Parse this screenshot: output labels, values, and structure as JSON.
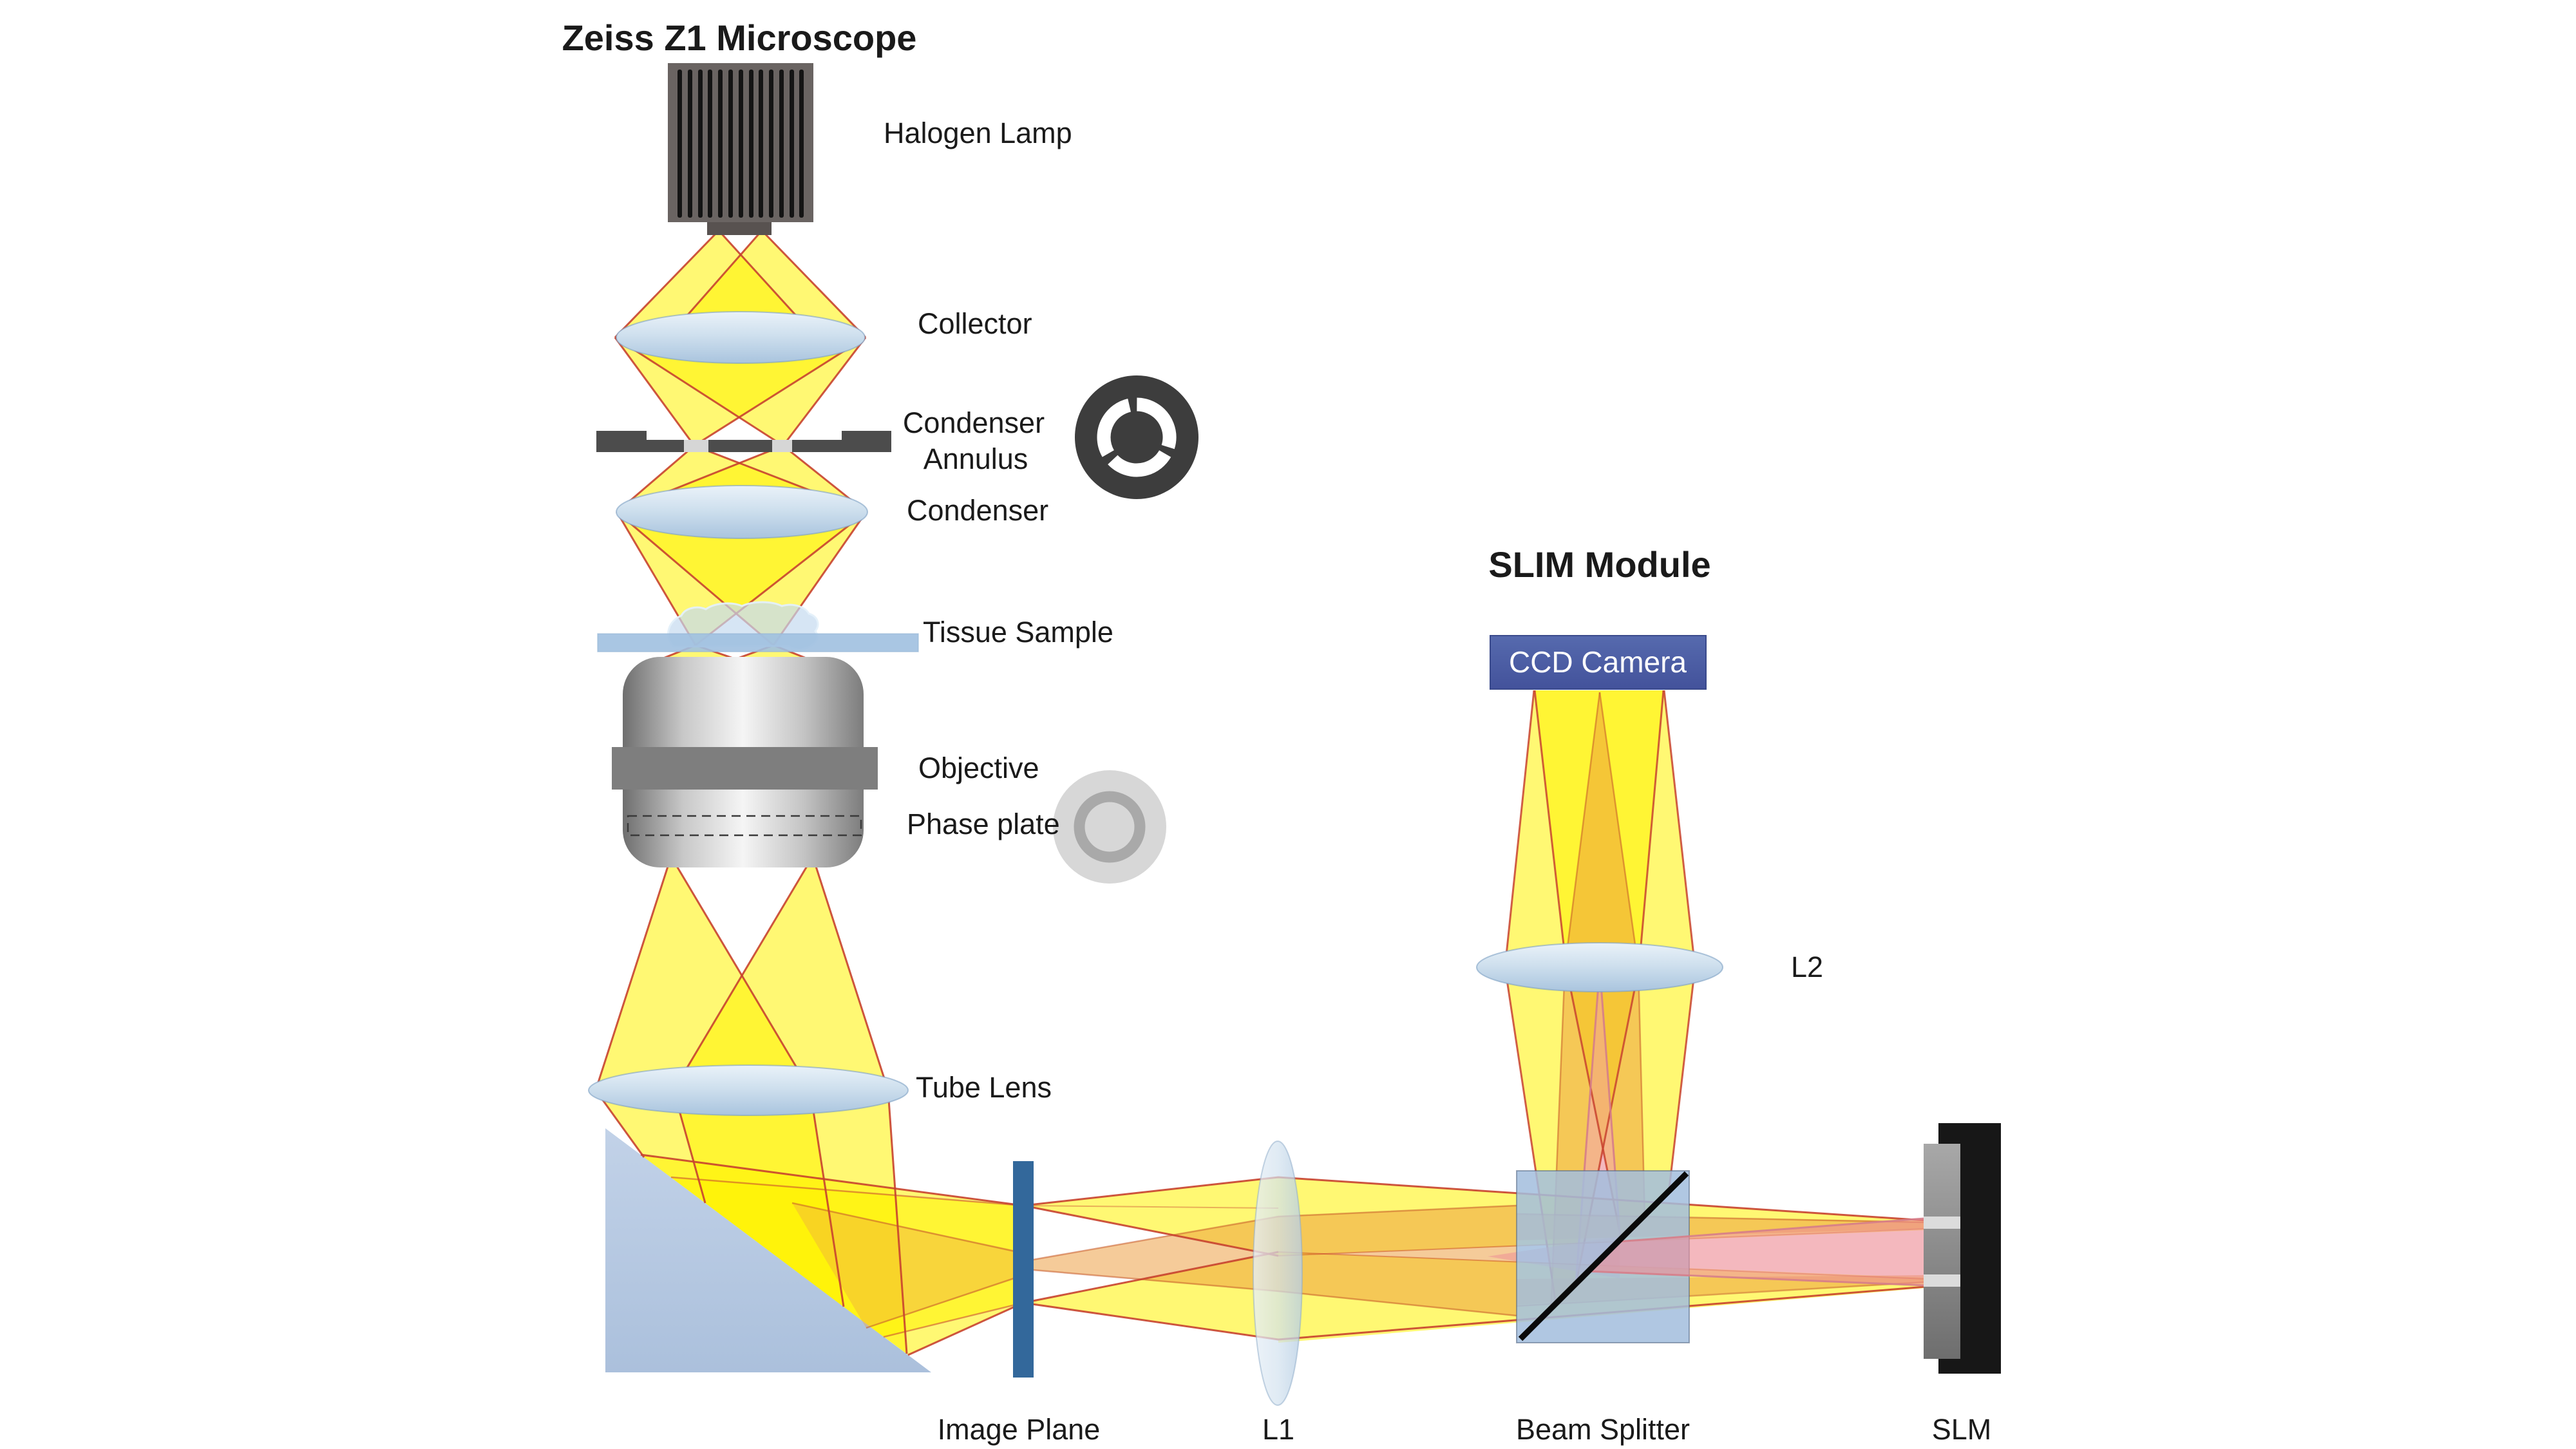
{
  "diagram": {
    "titles": {
      "microscope": "Zeiss Z1 Microscope",
      "slim": "SLIM Module"
    },
    "labels": {
      "halogen_lamp": "Halogen Lamp",
      "collector": "Collector",
      "condenser_annulus_1": "Condenser",
      "condenser_annulus_2": "Annulus",
      "condenser": "Condenser",
      "tissue_sample": "Tissue Sample",
      "objective": "Objective",
      "phase_plate": "Phase plate",
      "tube_lens": "Tube Lens",
      "image_plane": "Image Plane",
      "l1": "L1",
      "l2": "L2",
      "beam_splitter": "Beam Splitter",
      "slm": "SLM",
      "ccd_camera": "CCD Camera"
    },
    "colors": {
      "beam_yellow": "#FFF200",
      "beam_edge_red": "#C8432F",
      "beam_orange": "#E48223",
      "beam_pink": "#E9808A",
      "lens_blue": "#C2D6E8",
      "prism_blue": "#B5C7E1",
      "cube_blue": "#A9C3DF",
      "ccd_blue": "#4A5DA4",
      "image_plane_blue": "#33689B",
      "metal_gray": "#808080",
      "dark_gray": "#4C4C4C"
    }
  }
}
